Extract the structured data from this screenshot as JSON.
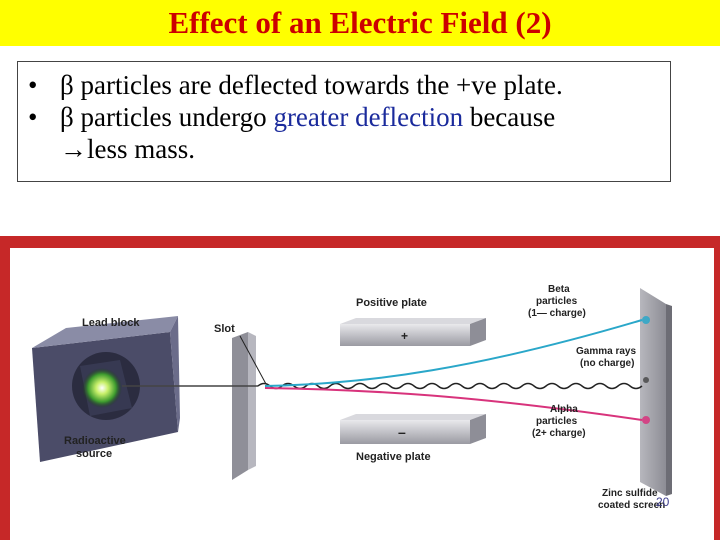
{
  "slide": {
    "title": "Effect of an Electric Field (2)",
    "bullets": [
      {
        "marker": "•",
        "parts": [
          "β particles are deflected towards the +ve plate."
        ]
      },
      {
        "marker": "•",
        "pre": "β particles undergo ",
        "emph": "greater deflection",
        "post": " because",
        "line2": "→less mass."
      }
    ],
    "page_number": "20"
  },
  "diagram": {
    "lead_block": "Lead block",
    "slot": "Slot",
    "positive_plate": "Positive plate",
    "negative_plate": "Negative plate",
    "plus_sign": "+",
    "minus_sign": "–",
    "radioactive": "Radioactive",
    "source": "source",
    "beta": [
      "Beta",
      "particles",
      "(1— charge)"
    ],
    "gamma": [
      "Gamma rays",
      "(no charge)"
    ],
    "alpha": [
      "Alpha",
      "particles",
      "(2+ charge)"
    ],
    "screen": [
      "Zinc sulfide",
      "coated screen"
    ],
    "colors": {
      "beta": "#2aa7c9",
      "gamma": "#222222",
      "alpha": "#d8337c",
      "frame": "#c62828",
      "title": "#cc0000",
      "title_bg": "#ffff00",
      "emphasis": "#1a2a9c"
    }
  }
}
